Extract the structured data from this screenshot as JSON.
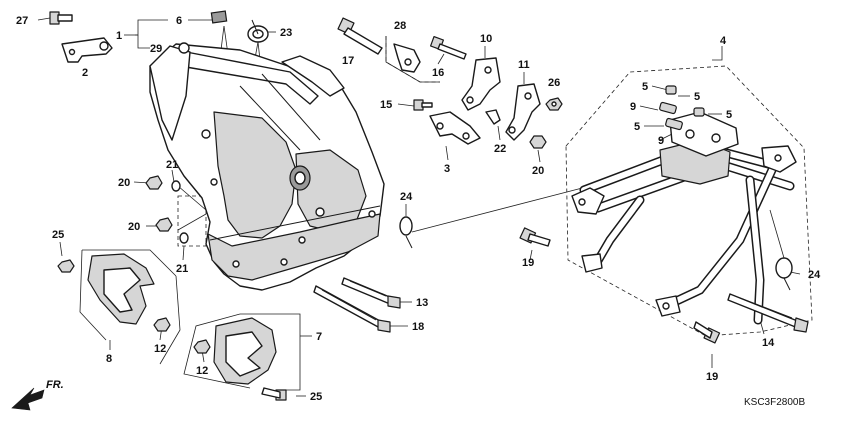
{
  "diagram": {
    "code": "KSC3F2800B",
    "direction_label": "FR.",
    "callouts": [
      {
        "id": "c27",
        "text": "27"
      },
      {
        "id": "c1",
        "text": "1"
      },
      {
        "id": "c6",
        "text": "6"
      },
      {
        "id": "c29",
        "text": "29"
      },
      {
        "id": "c2",
        "text": "2"
      },
      {
        "id": "c23",
        "text": "23"
      },
      {
        "id": "c28",
        "text": "28"
      },
      {
        "id": "c17",
        "text": "17"
      },
      {
        "id": "c16",
        "text": "16"
      },
      {
        "id": "c10",
        "text": "10"
      },
      {
        "id": "c11",
        "text": "11"
      },
      {
        "id": "c26",
        "text": "26"
      },
      {
        "id": "c4",
        "text": "4"
      },
      {
        "id": "c15",
        "text": "15"
      },
      {
        "id": "c3",
        "text": "3"
      },
      {
        "id": "c22",
        "text": "22"
      },
      {
        "id": "c20a",
        "text": "20"
      },
      {
        "id": "c5a",
        "text": "5"
      },
      {
        "id": "c5b",
        "text": "5"
      },
      {
        "id": "c9a",
        "text": "9"
      },
      {
        "id": "c5c",
        "text": "5"
      },
      {
        "id": "c5d",
        "text": "5"
      },
      {
        "id": "c9b",
        "text": "9"
      },
      {
        "id": "c21a",
        "text": "21"
      },
      {
        "id": "c20b",
        "text": "20"
      },
      {
        "id": "c24a",
        "text": "24"
      },
      {
        "id": "c20c",
        "text": "20"
      },
      {
        "id": "c25a",
        "text": "25"
      },
      {
        "id": "c21b",
        "text": "21"
      },
      {
        "id": "c19a",
        "text": "19"
      },
      {
        "id": "c24b",
        "text": "24"
      },
      {
        "id": "c13",
        "text": "13"
      },
      {
        "id": "c18",
        "text": "18"
      },
      {
        "id": "c12a",
        "text": "12"
      },
      {
        "id": "c7",
        "text": "7"
      },
      {
        "id": "c14",
        "text": "14"
      },
      {
        "id": "c8",
        "text": "8"
      },
      {
        "id": "c12b",
        "text": "12"
      },
      {
        "id": "c19b",
        "text": "19"
      },
      {
        "id": "c25b",
        "text": "25"
      }
    ]
  }
}
